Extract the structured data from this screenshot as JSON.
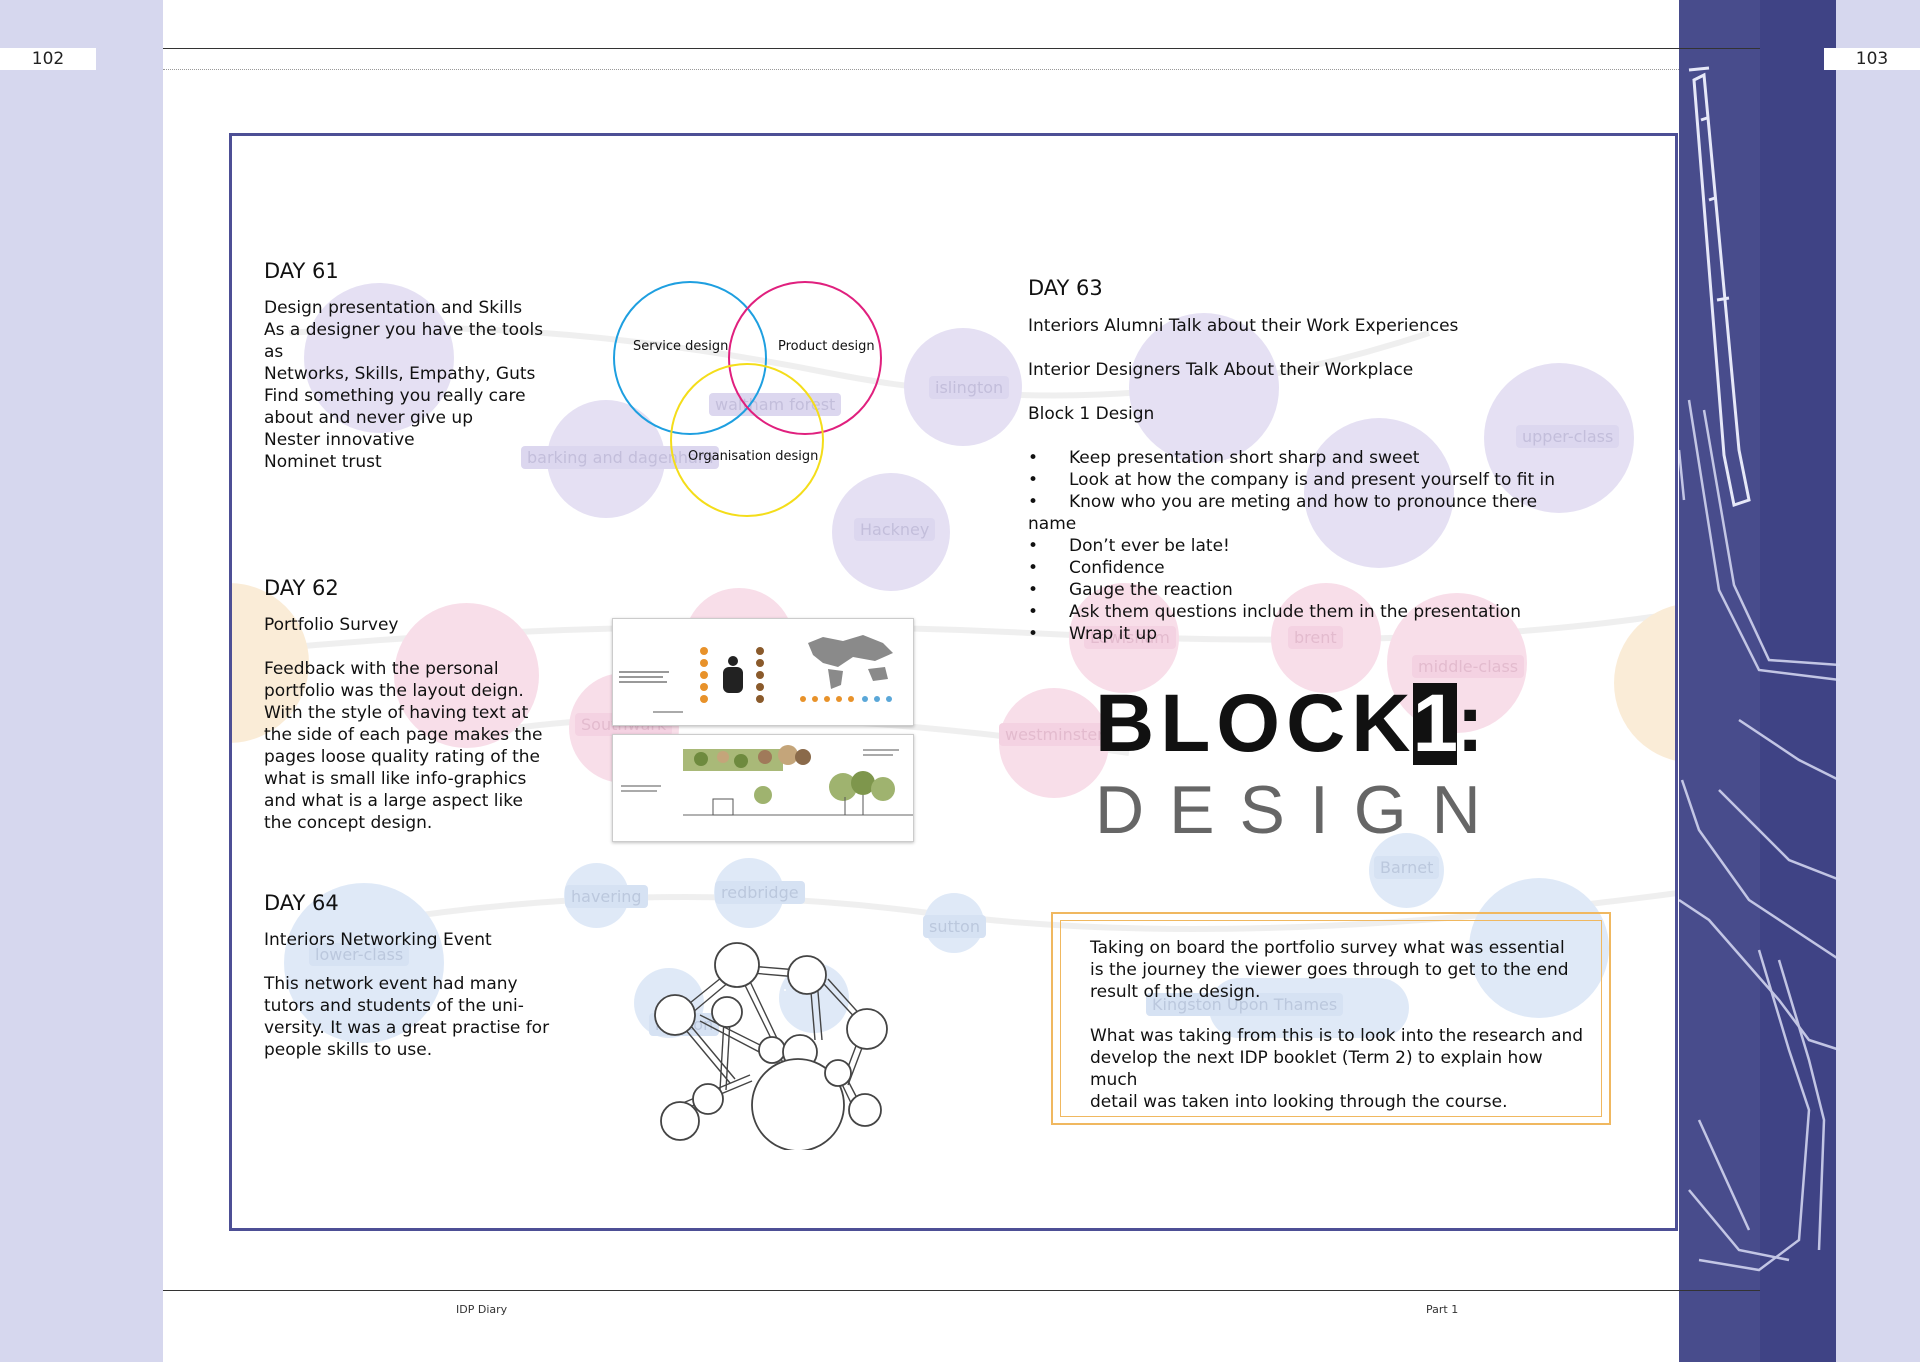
{
  "page_numbers": {
    "left": "102",
    "right": "103"
  },
  "footer": {
    "left": "IDP Diary",
    "right": "Part 1"
  },
  "background_map_labels": {
    "waltham_forest": "waltham forest",
    "barking": "barking and dagenham",
    "islington": "islington",
    "hackney": "Hackney",
    "upper_class": "upper-class",
    "lewisham": "Lewisham",
    "brent": "brent",
    "middle_class": "middle-class",
    "westminster": "westminster",
    "southwark": "Southwark",
    "havering": "havering",
    "redbridge": "redbridge",
    "sutton": "sutton",
    "merton": "merton",
    "barnet": "Barnet",
    "kingston": "Kingston Upon Thames",
    "lower_class": "lower-class"
  },
  "day61": {
    "title": "DAY 61",
    "lines": [
      "Design presentation and Skills",
      "As a designer you have the tools",
      "as",
      "Networks, Skills, Empathy, Guts",
      "Find something you really care",
      "about and never give up",
      "Nester innovative",
      "Nominet trust"
    ]
  },
  "venn": {
    "service": "Service design",
    "product": "Product design",
    "organisation": "Organisation design"
  },
  "day62": {
    "title": "DAY 62",
    "subtitle": "Portfolio Survey",
    "lines": [
      "Feedback with the personal",
      "portfolio was the layout deign.",
      "With the style of having text at",
      "the side of each page makes the",
      "pages loose quality rating of the",
      "what is small like info-graphics",
      "and what is a large aspect like",
      "the concept design."
    ]
  },
  "day64": {
    "title": "DAY 64",
    "subtitle": "Interiors Networking Event",
    "lines": [
      "This network event had many",
      "tutors and students of the uni-",
      "versity. It was a great practise for",
      "people skills to use."
    ]
  },
  "day63": {
    "title": "DAY 63",
    "line1": "Interiors Alumni Talk about their Work Experiences",
    "line2": "Interior Designers Talk About their Workplace",
    "line3": "Block 1 Design",
    "bullets": [
      "Keep presentation short sharp and sweet",
      "Look at how the company is and present yourself to fit in",
      "Know who you are meting and how to pronounce there name",
      "Don’t ever be late!",
      "Confidence",
      "Gauge the reaction",
      "Ask them questions include them in the presentation",
      "Wrap it up"
    ]
  },
  "block_logo": {
    "word": "BLOCK",
    "number": "1",
    "colon": ":",
    "design": "DESIGN"
  },
  "note": {
    "para1": [
      "Taking on board the portfolio survey what was essential",
      "is the journey the viewer goes through to get to the end",
      "result of the design."
    ],
    "para2": [
      "What was taking from this is to look into the research and",
      "develop the next IDP booklet (Term 2) to explain how much",
      "detail was taken into looking through the course."
    ]
  },
  "colors": {
    "frame": "#4d4f95",
    "side_band": "#d6d7ee",
    "dark_band": "#484c8c",
    "note_border": "#f0b860",
    "venn_cyan": "#1e9fe0",
    "venn_magenta": "#e0207e",
    "venn_yellow": "#f4dd1a"
  }
}
